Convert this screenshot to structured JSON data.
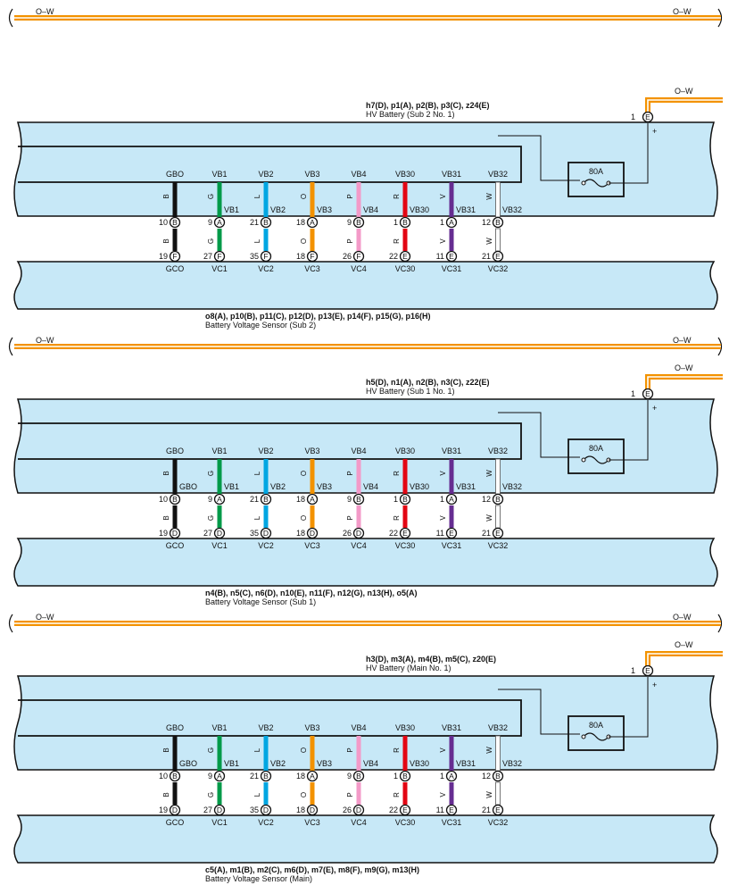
{
  "colors": {
    "wire_orange": "#f39200",
    "box_fill": "#c7e8f7",
    "box_stroke": "#111111",
    "wire_white": "#ffffff"
  },
  "top_wire": {
    "left_label": "O–W",
    "right_label": "O–W"
  },
  "wires": [
    {
      "code": "B",
      "color": "#111111",
      "top_label": "GBO",
      "mid_label": ""
    },
    {
      "code": "G",
      "color": "#009a49",
      "top_label": "VB1",
      "mid_label": "VB1"
    },
    {
      "code": "L",
      "color": "#00a6e2",
      "top_label": "VB2",
      "mid_label": "VB2"
    },
    {
      "code": "O",
      "color": "#f39200",
      "top_label": "VB3",
      "mid_label": "VB3"
    },
    {
      "code": "P",
      "color": "#f39ac8",
      "top_label": "VB4",
      "mid_label": "VB4"
    },
    {
      "code": "R",
      "color": "#e30613",
      "top_label": "VB30",
      "mid_label": "VB30"
    },
    {
      "code": "V",
      "color": "#662d91",
      "top_label": "VB31",
      "mid_label": "VB31"
    },
    {
      "code": "W",
      "color": "#ffffff",
      "top_label": "VB32",
      "mid_label": "VB32"
    }
  ],
  "sections": [
    {
      "battery_connectors": "h7(D), p1(A), p2(B), p3(C), z24(E)",
      "battery_name": "HV Battery (Sub 2 No.  1)",
      "fuse_pin": "1",
      "fuse_letter": "E",
      "fuse_wire_label": "O–W",
      "fuse_rating": "80A",
      "plus_sign": "+",
      "show_separator": false,
      "separator_left": "",
      "separator_right": "",
      "first_mid_label": "",
      "upper_pins": [
        {
          "num": "10",
          "letter": "B"
        },
        {
          "num": "9",
          "letter": "A"
        },
        {
          "num": "21",
          "letter": "B"
        },
        {
          "num": "18",
          "letter": "A"
        },
        {
          "num": "9",
          "letter": "B"
        },
        {
          "num": "1",
          "letter": "B"
        },
        {
          "num": "1",
          "letter": "A"
        },
        {
          "num": "12",
          "letter": "B"
        }
      ],
      "lower_pins": [
        {
          "num": "19",
          "letter": "F"
        },
        {
          "num": "27",
          "letter": "F"
        },
        {
          "num": "35",
          "letter": "F"
        },
        {
          "num": "18",
          "letter": "F"
        },
        {
          "num": "26",
          "letter": "F"
        },
        {
          "num": "22",
          "letter": "E"
        },
        {
          "num": "11",
          "letter": "E"
        },
        {
          "num": "21",
          "letter": "E"
        }
      ],
      "sensor_labels": [
        "GCO",
        "VC1",
        "VC2",
        "VC3",
        "VC4",
        "VC30",
        "VC31",
        "VC32"
      ],
      "sensor_connectors": "o8(A), p10(B), p11(C), p12(D), p13(E), p14(F), p15(G), p16(H)",
      "sensor_name": "Battery Voltage Sensor (Sub 2)"
    },
    {
      "battery_connectors": "h5(D), n1(A), n2(B), n3(C), z22(E)",
      "battery_name": "HV Battery (Sub 1 No.  1)",
      "fuse_pin": "1",
      "fuse_letter": "E",
      "fuse_wire_label": "O–W",
      "fuse_rating": "80A",
      "plus_sign": "+",
      "show_separator": true,
      "separator_left": "O–W",
      "separator_right": "O–W",
      "first_mid_label": "GBO",
      "upper_pins": [
        {
          "num": "10",
          "letter": "B"
        },
        {
          "num": "9",
          "letter": "A"
        },
        {
          "num": "21",
          "letter": "B"
        },
        {
          "num": "18",
          "letter": "A"
        },
        {
          "num": "9",
          "letter": "B"
        },
        {
          "num": "1",
          "letter": "B"
        },
        {
          "num": "1",
          "letter": "A"
        },
        {
          "num": "12",
          "letter": "B"
        }
      ],
      "lower_pins": [
        {
          "num": "19",
          "letter": "D"
        },
        {
          "num": "27",
          "letter": "D"
        },
        {
          "num": "35",
          "letter": "D"
        },
        {
          "num": "18",
          "letter": "D"
        },
        {
          "num": "26",
          "letter": "D"
        },
        {
          "num": "22",
          "letter": "E"
        },
        {
          "num": "11",
          "letter": "E"
        },
        {
          "num": "21",
          "letter": "E"
        }
      ],
      "sensor_labels": [
        "GCO",
        "VC1",
        "VC2",
        "VC3",
        "VC4",
        "VC30",
        "VC31",
        "VC32"
      ],
      "sensor_connectors": "n4(B), n5(C), n6(D), n10(E), n11(F), n12(G), n13(H), o5(A)",
      "sensor_name": "Battery Voltage Sensor (Sub 1)"
    },
    {
      "battery_connectors": "h3(D), m3(A), m4(B), m5(C), z20(E)",
      "battery_name": "HV Battery (Main No.  1)",
      "fuse_pin": "1",
      "fuse_letter": "E",
      "fuse_wire_label": "O–W",
      "fuse_rating": "80A",
      "plus_sign": "+",
      "show_separator": true,
      "separator_left": "O–W",
      "separator_right": "O–W",
      "first_mid_label": "GBO",
      "upper_pins": [
        {
          "num": "10",
          "letter": "B"
        },
        {
          "num": "9",
          "letter": "A"
        },
        {
          "num": "21",
          "letter": "B"
        },
        {
          "num": "18",
          "letter": "A"
        },
        {
          "num": "9",
          "letter": "B"
        },
        {
          "num": "1",
          "letter": "B"
        },
        {
          "num": "1",
          "letter": "A"
        },
        {
          "num": "12",
          "letter": "B"
        }
      ],
      "lower_pins": [
        {
          "num": "19",
          "letter": "D"
        },
        {
          "num": "27",
          "letter": "D"
        },
        {
          "num": "35",
          "letter": "D"
        },
        {
          "num": "18",
          "letter": "D"
        },
        {
          "num": "26",
          "letter": "D"
        },
        {
          "num": "22",
          "letter": "E"
        },
        {
          "num": "11",
          "letter": "E"
        },
        {
          "num": "21",
          "letter": "E"
        }
      ],
      "sensor_labels": [
        "GCO",
        "VC1",
        "VC2",
        "VC3",
        "VC4",
        "VC30",
        "VC31",
        "VC32"
      ],
      "sensor_connectors": "c5(A), m1(B), m2(C), m6(D), m7(E), m8(F), m9(G), m13(H)",
      "sensor_name": "Battery Voltage Sensor (Main)"
    }
  ]
}
